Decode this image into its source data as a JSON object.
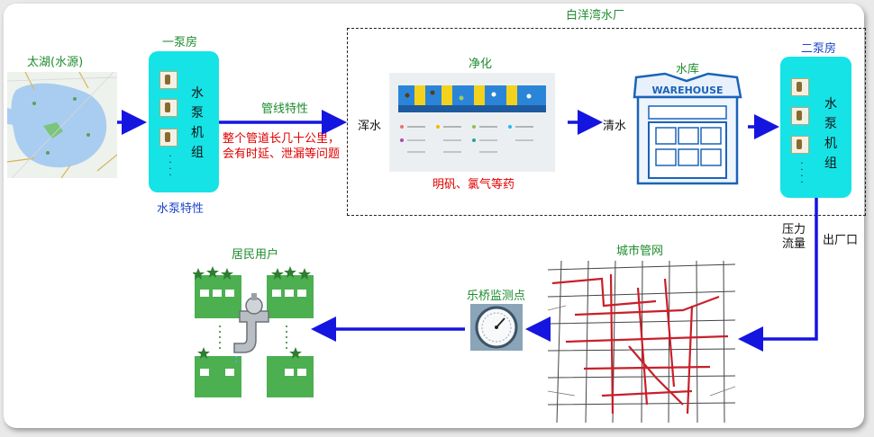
{
  "labels": {
    "lake": "太湖(水源)",
    "pump1_title": "一泵房",
    "pump1_sub": "水泵特性",
    "pipeline_title": "管线特性",
    "pipeline_note": "整个管道长几十公里，会有时延、泄漏等问题",
    "plant_title": "白洋湾水厂",
    "purify_title": "净化",
    "raw_water": "浑水",
    "chemicals": "明矾、氯气等药",
    "clear_water": "清水",
    "reservoir_title": "水库",
    "warehouse_sign": "WAREHOUSE",
    "pump2_title": "二泵房",
    "pressure_flow": "压力流量",
    "outlet": "出厂口",
    "city_network": "城市管网",
    "monitor": "乐桥监测点",
    "residents": "居民用户"
  },
  "pump_group_text": [
    "水",
    "泵",
    "机",
    "组"
  ],
  "colors": {
    "arrow": "#1515e0",
    "pump_box": "#16e3e6",
    "green_text": "#1e8c2e",
    "blue_text": "#1a44c8",
    "red_text": "#e00000",
    "building": "#4caf50",
    "pipe": "#c8202a"
  }
}
